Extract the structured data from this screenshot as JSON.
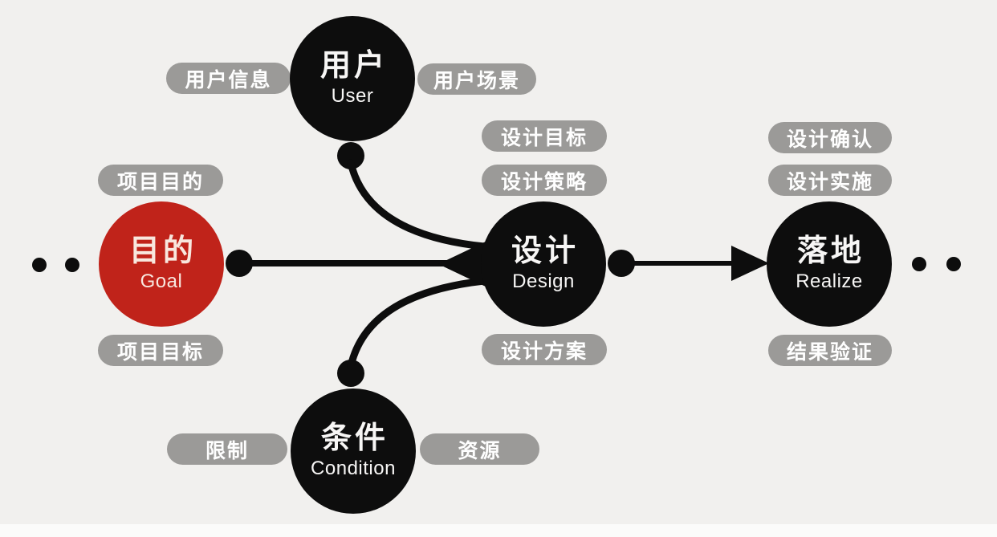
{
  "nodes": [
    {
      "id": "goal",
      "zh": "目的",
      "en": "Goal",
      "color": "#c0231a"
    },
    {
      "id": "user",
      "zh": "用户",
      "en": "User",
      "color": "#0d0d0d"
    },
    {
      "id": "design",
      "zh": "设计",
      "en": "Design",
      "color": "#0d0d0d"
    },
    {
      "id": "realize",
      "zh": "落地",
      "en": "Realize",
      "color": "#0d0d0d"
    },
    {
      "id": "condition",
      "zh": "条件",
      "en": "Condition",
      "color": "#0d0d0d"
    }
  ],
  "tags": {
    "goal_top": "项目目的",
    "goal_bottom": "项目目标",
    "user_left": "用户信息",
    "user_right": "用户场景",
    "design_top1": "设计目标",
    "design_top2": "设计策略",
    "design_bottom": "设计方案",
    "realize_top1": "设计确认",
    "realize_top2": "设计实施",
    "realize_bottom": "结果验证",
    "condition_left": "限制",
    "condition_right": "资源"
  },
  "connectors": {
    "goal_to_design": "straight-line-with-junction-dot",
    "user_to_design": "curved-line-with-junction-dot",
    "condition_to_design": "curved-line-with-junction-dot",
    "design_to_realize": "arrow-line-with-junction-dot",
    "left_edge": "continuation-dots",
    "right_edge": "continuation-dots"
  },
  "colors": {
    "background": "#f1f0ee",
    "ink": "#0d0d0d",
    "accent_red": "#c0231a",
    "tag_gray": "#9b9a98",
    "tag_text": "#fefefe"
  }
}
